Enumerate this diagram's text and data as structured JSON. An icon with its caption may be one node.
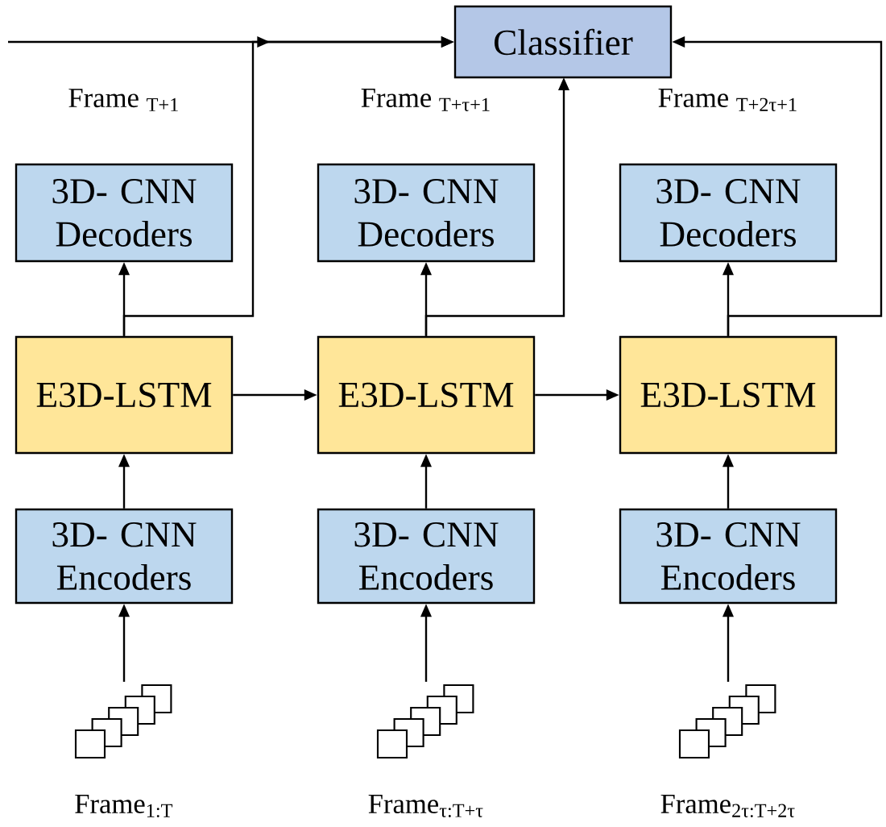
{
  "diagram": {
    "nodes": [
      {
        "text": [
          "Classifier"
        ]
      },
      {
        "text": [
          "3D- CNN Decoders"
        ]
      },
      {
        "text": [
          "3D- CNN Decoders"
        ]
      },
      {
        "text": [
          "3D- CNN Decoders"
        ]
      },
      {
        "text": [
          "E3D-LSTM"
        ]
      },
      {
        "text": [
          "E3D-LSTM"
        ]
      },
      {
        "text": [
          "E3D-LSTM"
        ]
      },
      {
        "text": [
          "3D- CNN Encoders"
        ]
      },
      {
        "text": [
          "3D- CNN Encoders"
        ]
      },
      {
        "text": [
          "3D- CNN Encoders"
        ]
      },
      {
        "text": [],
        "shape": "picture",
        "beside": [
          "Frame$_{1:T}$"
        ]
      },
      {
        "text": [],
        "shape": "picture",
        "beside": [
          "Frame$_{τ:T+τ}$"
        ]
      },
      {
        "text": [],
        "shape": "picture",
        "beside": [
          "Frame$_{2τ:T+2τ}$"
        ]
      }
    ],
    "edges": [
      {
        "from": null,
        "to": 0,
        "arrow": "to"
      },
      {
        "from": 4,
        "to": 0,
        "arrow": "to"
      },
      {
        "from": 5,
        "to": 0,
        "arrow": "to"
      },
      {
        "from": 6,
        "to": 0,
        "arrow": "to"
      },
      {
        "from": 4,
        "to": 1,
        "arrow": "to"
      },
      {
        "from": 5,
        "to": 2,
        "arrow": "to"
      },
      {
        "from": 6,
        "to": 3,
        "arrow": "to"
      },
      {
        "from": 4,
        "to": 5,
        "arrow": "to"
      },
      {
        "from": 5,
        "to": 6,
        "arrow": "to"
      },
      {
        "from": 7,
        "to": 4,
        "arrow": "to"
      },
      {
        "from": 8,
        "to": 5,
        "arrow": "to"
      },
      {
        "from": 9,
        "to": 6,
        "arrow": "to"
      },
      {
        "from": 10,
        "to": 7,
        "arrow": "to"
      },
      {
        "from": 11,
        "to": 8,
        "arrow": "to"
      },
      {
        "from": 12,
        "to": 9,
        "arrow": "to"
      }
    ],
    "labels": [
      "Frame $_{T+1}$",
      "Frame $_{T+τ+1}$",
      "Frame $_{T+2τ+1}$"
    ]
  }
}
